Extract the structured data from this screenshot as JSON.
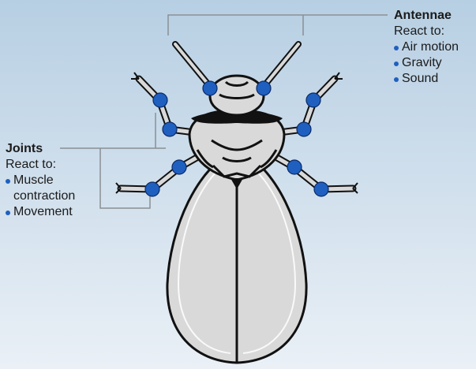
{
  "antennae": {
    "title": "Antennae",
    "subtitle": "React to:",
    "items": [
      "Air motion",
      "Gravity",
      "Sound"
    ]
  },
  "joints": {
    "title": "Joints",
    "subtitle": "React to:",
    "items": [
      "Muscle",
      "contraction",
      "Movement"
    ]
  },
  "colors": {
    "background_top": "#b7cfe3",
    "background_bottom": "#e9eff5",
    "sensor_dot": "#1f5fbf",
    "body_fill": "#d9d9d9",
    "outline": "#111111",
    "leader_line": "#8a8f94"
  }
}
